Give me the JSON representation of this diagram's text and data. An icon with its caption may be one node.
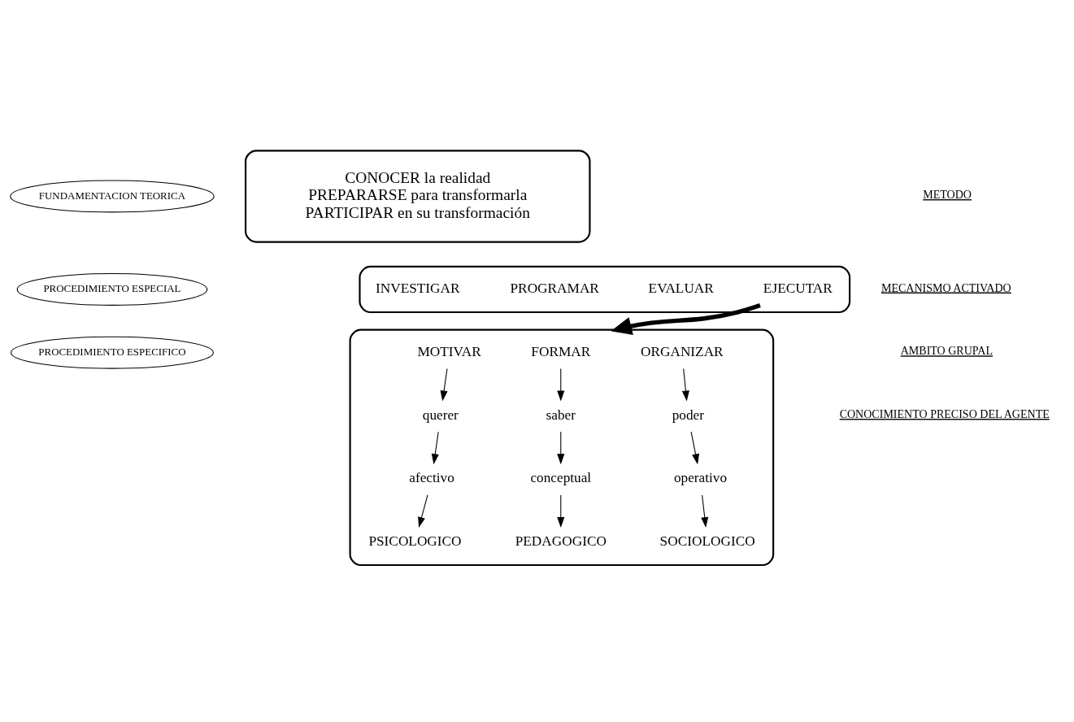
{
  "diagram": {
    "nodes": [
      {
        "text": [
          "FUNDAMENTACION TEORICA"
        ]
      },
      {
        "text": [
          "CONOCER la realidad",
          "PREPARARSE para transformarla",
          "PARTICIPAR en su transformación"
        ]
      },
      {
        "text": [
          "PROCEDIMIENTO ESPECIAL"
        ]
      },
      {
        "text": [],
        "shape": "box"
      },
      {
        "text": [
          "INVESTIGAR"
        ],
        "in": 3
      },
      {
        "text": [
          "PROGRAMAR"
        ],
        "in": 3
      },
      {
        "text": [
          "EVALUAR"
        ],
        "in": 3
      },
      {
        "text": [
          "EJECUTAR"
        ],
        "in": 3
      },
      {
        "text": [
          "PROCEDIMIENTO ESPECIFICO"
        ]
      },
      {
        "text": [],
        "shape": "box"
      },
      {
        "text": [
          "MOTIVAR"
        ],
        "in": 9
      },
      {
        "text": [
          "querer"
        ],
        "in": 9
      },
      {
        "text": [
          "afectivo"
        ],
        "in": 9
      },
      {
        "text": [
          "PSICOLOGICO"
        ],
        "in": 9
      },
      {
        "text": [
          "FORMAR"
        ],
        "in": 9
      },
      {
        "text": [
          "saber"
        ],
        "in": 9
      },
      {
        "text": [
          "conceptual"
        ],
        "in": 9
      },
      {
        "text": [
          "PEDAGOGICO"
        ],
        "in": 9
      },
      {
        "text": [
          "ORGANIZAR"
        ],
        "in": 9
      },
      {
        "text": [
          "poder"
        ],
        "in": 9
      },
      {
        "text": [
          "operativo"
        ],
        "in": 9
      },
      {
        "text": [
          "SOCIOLOGICO"
        ],
        "in": 9
      }
    ],
    "edges": [
      {
        "from": 7,
        "to": 9,
        "arrow": "to",
        "style": "thick"
      },
      {
        "from": 10,
        "to": 11,
        "arrow": "to"
      },
      {
        "from": 11,
        "to": 12,
        "arrow": "to"
      },
      {
        "from": 12,
        "to": 13,
        "arrow": "to"
      },
      {
        "from": 14,
        "to": 15,
        "arrow": "to"
      },
      {
        "from": 15,
        "to": 16,
        "arrow": "to"
      },
      {
        "from": 16,
        "to": 17,
        "arrow": "to"
      },
      {
        "from": 18,
        "to": 19,
        "arrow": "to"
      },
      {
        "from": 19,
        "to": 20,
        "arrow": "to"
      },
      {
        "from": 20,
        "to": 21,
        "arrow": "to"
      }
    ],
    "labels": [
      "METODO",
      "MECANISMO ACTIVADO",
      "AMBITO GRUPAL",
      "CONOCIMIENTO PRECISO DEL AGENTE"
    ]
  }
}
